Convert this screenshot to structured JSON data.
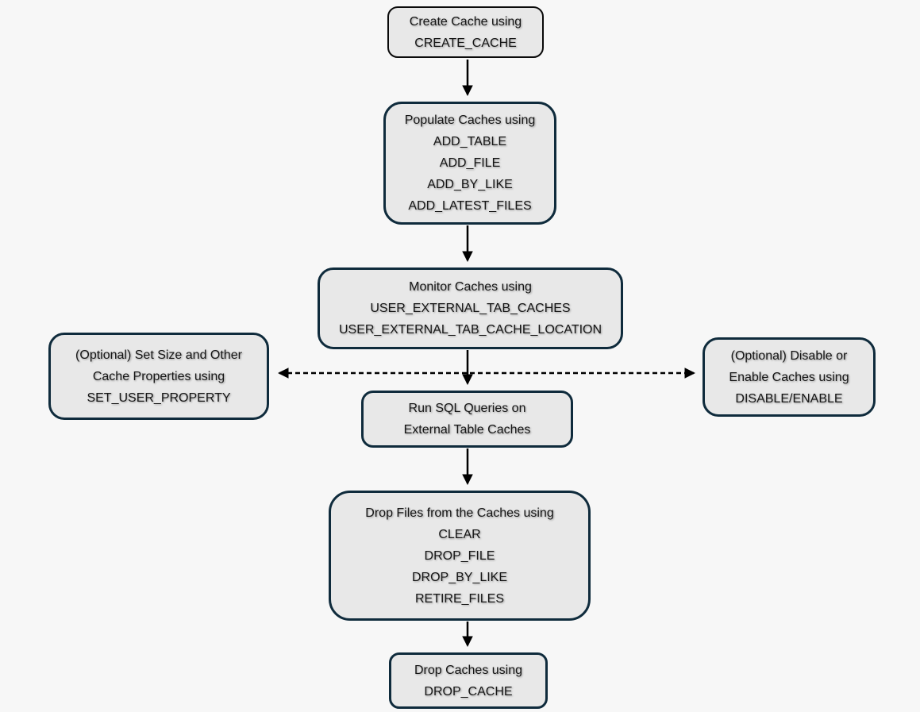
{
  "diagram": {
    "name": "external-table-cache-lifecycle-flowchart",
    "colors": {
      "background": "#f7f7f7",
      "node_fill": "#e8e8e8",
      "node_border": "#0f2b3c",
      "node_border_top": "#0a0a0a",
      "arrow": "#000000",
      "text": "#161616"
    },
    "nodes": [
      {
        "id": "create-cache",
        "lines": [
          "Create Cache using",
          "CREATE_CACHE"
        ]
      },
      {
        "id": "populate-caches",
        "lines": [
          "Populate Caches using",
          "ADD_TABLE",
          "ADD_FILE",
          "ADD_BY_LIKE",
          "ADD_LATEST_FILES"
        ]
      },
      {
        "id": "monitor-caches",
        "lines": [
          "Monitor Caches using",
          "USER_EXTERNAL_TAB_CACHES",
          "USER_EXTERNAL_TAB_CACHE_LOCATION"
        ]
      },
      {
        "id": "set-properties",
        "lines": [
          "(Optional) Set Size and Other",
          "Cache Properties using",
          "SET_USER_PROPERTY"
        ]
      },
      {
        "id": "run-sql-queries",
        "lines": [
          "Run SQL Queries on",
          "External Table Caches"
        ]
      },
      {
        "id": "disable-enable",
        "lines": [
          "(Optional) Disable or",
          "Enable Caches using",
          "DISABLE/ENABLE"
        ]
      },
      {
        "id": "drop-files",
        "lines": [
          "Drop Files from the Caches using",
          "CLEAR",
          "DROP_FILE",
          "DROP_BY_LIKE",
          "RETIRE_FILES"
        ]
      },
      {
        "id": "drop-caches",
        "lines": [
          "Drop Caches using",
          "DROP_CACHE"
        ]
      }
    ],
    "edges": [
      {
        "from": "create-cache",
        "to": "populate-caches",
        "style": "solid"
      },
      {
        "from": "populate-caches",
        "to": "monitor-caches",
        "style": "solid"
      },
      {
        "from": "monitor-caches",
        "to": "run-sql-queries",
        "style": "solid"
      },
      {
        "from": "run-sql-queries",
        "to": "drop-files",
        "style": "solid"
      },
      {
        "from": "drop-files",
        "to": "drop-caches",
        "style": "solid"
      },
      {
        "from": "set-properties",
        "to": "disable-enable",
        "style": "dashed-double-arrow"
      }
    ]
  }
}
